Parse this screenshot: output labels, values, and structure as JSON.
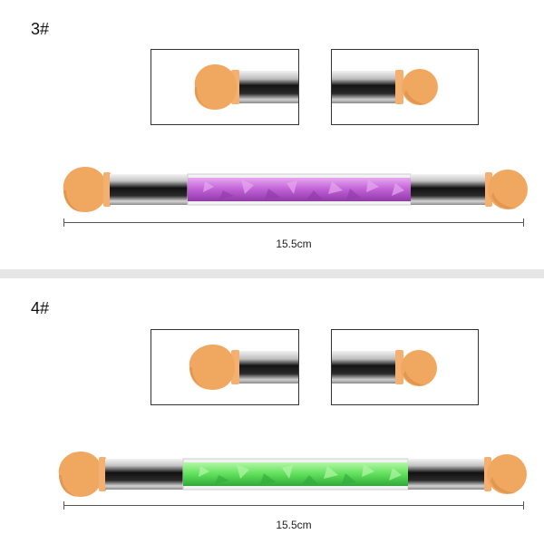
{
  "products": [
    {
      "label": "3#",
      "length_label": "15.5cm",
      "crystal_color": "#c060d6",
      "crystal_highlight": "#e6a8f0",
      "crystal_shadow": "#8f3aa8"
    },
    {
      "label": "4#",
      "length_label": "15.5cm",
      "crystal_color": "#5fe05a",
      "crystal_highlight": "#b3f7a6",
      "crystal_shadow": "#32a83a"
    }
  ],
  "colors": {
    "sponge": "#f0a860",
    "sponge_shadow": "#d98a44",
    "collar": "#f4b070",
    "metal_dark": "#1c1c1c",
    "metal_light": "#dcdcdc"
  }
}
